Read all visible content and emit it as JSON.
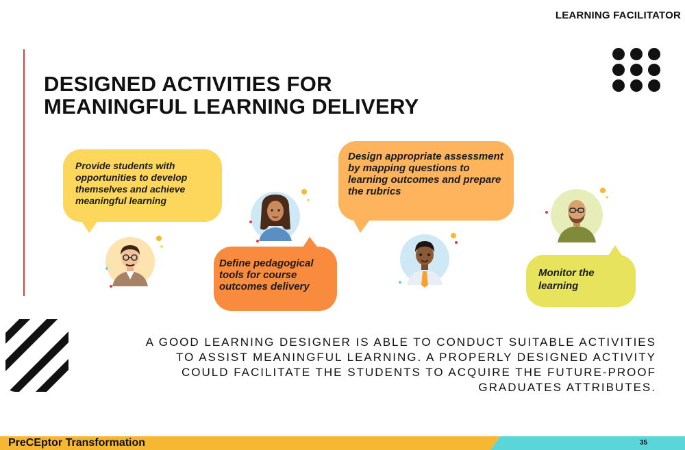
{
  "header": {
    "section_label": "LEARNING FACILITATOR"
  },
  "slide": {
    "title_line1": "DESIGNED ACTIVITIES FOR",
    "title_line2": "MEANINGFUL LEARNING DELIVERY"
  },
  "bubbles": [
    {
      "text": "Provide students with opportunities to develop themselves and achieve meaningful learning",
      "color": "#fdd65c"
    },
    {
      "text": "Define pedagogical tools for course outcomes delivery",
      "color": "#f98b3f"
    },
    {
      "text": "Design appropriate assessment by mapping questions to learning outcomes and prepare the rubrics",
      "color": "#fdb45c"
    },
    {
      "text": "Monitor the learning",
      "color": "#e8e35c"
    }
  ],
  "avatars": [
    {
      "icon": "man-with-glasses-icon"
    },
    {
      "icon": "woman-curly-hair-icon"
    },
    {
      "icon": "man-in-shirt-and-tie-icon"
    },
    {
      "icon": "bald-man-with-beard-icon"
    }
  ],
  "statement": {
    "line1": "A GOOD LEARNING DESIGNER IS ABLE TO CONDUCT SUITABLE ACTIVITIES",
    "line2": "TO ASSIST MEANINGFUL LEARNING. A PROPERLY DESIGNED ACTIVITY",
    "line3": "COULD FACILITATE THE STUDENTS TO ACQUIRE THE FUTURE-PROOF",
    "line4": "GRADUATES ATTRIBUTES."
  },
  "footer": {
    "label": "PreCEptor Transformation",
    "page_number": "35",
    "colors": {
      "left": "#f6b733",
      "right": "#5ad6d8"
    }
  }
}
